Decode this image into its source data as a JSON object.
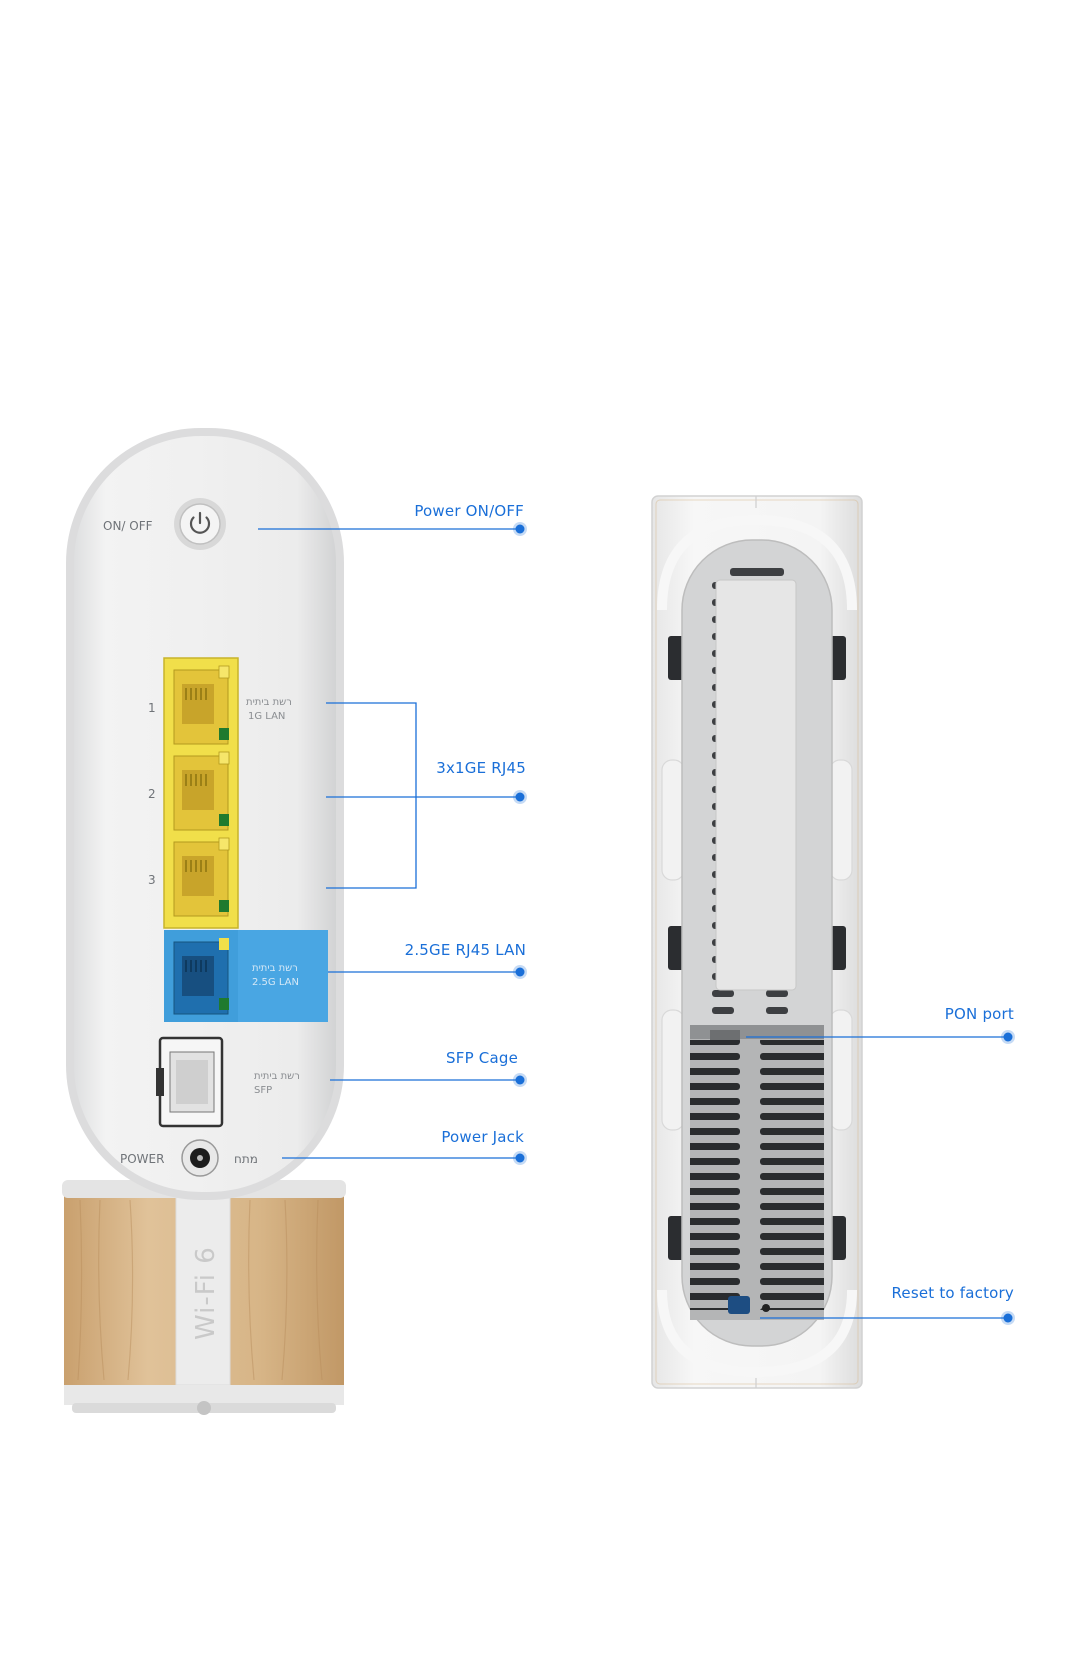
{
  "callouts": {
    "power_onoff": "Power ON/OFF",
    "rj45_1ge": "3x1GE RJ45",
    "rj45_25g": "2.5GE RJ45 LAN",
    "sfp_cage": "SFP Cage",
    "power_jack": "Power Jack",
    "pon_port": "PON port",
    "reset": "Reset to factory"
  },
  "device_labels": {
    "on_off": "ON/ OFF",
    "port_1": "1",
    "port_2": "2",
    "port_3": "3",
    "lan_1g_he": "רשת ביתית",
    "lan_1g_en": "1G LAN",
    "lan_25g_he": "רשת ביתית",
    "lan_25g_en": "2.5G LAN",
    "sfp_he": "רשת ביתית",
    "sfp_en": "SFP",
    "power": "POWER",
    "power_he": "מתח",
    "wifi": "Wi-Fi 6"
  },
  "colors": {
    "callout_blue": "#1a6fd8",
    "port_yellow": "#f1df4a",
    "port_blue": "#2c95d8",
    "wood": "#d9b98e"
  }
}
